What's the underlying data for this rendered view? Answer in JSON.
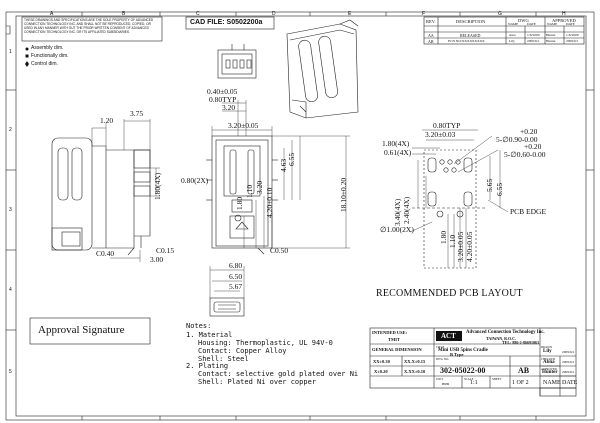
{
  "grid": {
    "cols": [
      "A",
      "B",
      "C",
      "D",
      "E",
      "F",
      "G",
      "H"
    ],
    "rows": [
      "1",
      "2",
      "3",
      "4",
      "5"
    ]
  },
  "notice": "THESE DRAWINGS AND SPECIFICATIONS ARE THE SOLE PROPERTY OF ADVANCED CONNECTION TECHNOLOGY INC. AND SHALL NOT BE REPRODUCED, COPIED, OR USED IN ANY MANNER WITH OUT THE PRIOR WRITTEN CONSENT OF ADVANCED CONNECTION TECHNOLOGY INC. OR ITS AFFILIATED SUBSIDIARIES.",
  "legend": [
    "Assembly dim.",
    "Functionally dim.",
    "Control dim."
  ],
  "cad_file": "CAD FILE: S0502200a",
  "revision": {
    "headers": [
      "REV.",
      "DESCRIPTION",
      "DWG",
      "APPROVED"
    ],
    "subheaders": [
      "NAME",
      "DATE",
      "NAME",
      "DATE"
    ],
    "rows": [
      [
        "AA",
        "RELEASED",
        "Alex",
        "1/6/2009",
        "Hunter",
        "1/6/2009"
      ],
      [
        "AB",
        "ECN NO:XXXXXXXXX",
        "Lily",
        "2009/6/1",
        "Hunter",
        "2009/6/1"
      ]
    ]
  },
  "dims": {
    "d040": "0.40±0.05",
    "d080typ": "0.80TYP",
    "d320top": "3.20",
    "d375": "3.75",
    "d120": "1.20",
    "d320side": "3.20±0.05",
    "d180_4x": "1.80(4X)",
    "d080_2x": "0.80(2X)",
    "d463": "4.63",
    "d655": "6.55",
    "d180": "1.80",
    "d110": "1.10",
    "d320v": "3.20",
    "d420": "4.20±0.10",
    "d1810": "18.10±0.20",
    "c040": "C0.40",
    "c015": "C0.15",
    "d300": "3.00",
    "c050": "C0.50",
    "d680": "6.80",
    "d650": "6.50",
    "d567": "5.67"
  },
  "pcb": {
    "d080typ": "0.80TYP",
    "d320_003": "3.20±0.03",
    "d180_4x": "1.80(4X)",
    "d061_4x": "0.61(4X)",
    "tol1_plus": "+0.20",
    "tol1_main": "5-∅0.90-0.00",
    "tol2_plus": "+0.20",
    "tol2_main": "5-∅0.60-0.00",
    "d565": "5.65",
    "d655": "6.55",
    "edge": "PCB EDGE",
    "d340_4x": "3.40(4X)",
    "d240_4x": "2.40(4X)",
    "d100_2x": "∅1.00(2X)",
    "d180": "1.80",
    "d110": "1.10",
    "d320": "3.20±0.05",
    "d420": "4.20±0.05",
    "title": "RECOMMENDED PCB LAYOUT"
  },
  "approval": "Approval Signature",
  "notes": {
    "title": "Notes:",
    "lines": [
      "1. Material",
      "Housing: Thermoplastic, UL 94V-0",
      "Contact: Copper Alloy",
      "Shell: Steel",
      "2. Plating",
      "Contact: selective gold plated over Ni",
      "Shell: Plated Ni over copper"
    ]
  },
  "title_block": {
    "intended_use_label": "INTENDED USE:",
    "intended_use": "TMIT",
    "general_dim": "GENERAL DIMENSION",
    "tol_rows": [
      [
        "XX±0.30",
        "XX.X±0.15"
      ],
      [
        "X±0.20",
        "X.XX±0.10"
      ]
    ],
    "company": "Advanced Connection Technology Inc.",
    "location": "TAIWAN, R.O.C.",
    "tel": "TEL: 886-2-86691063",
    "logo": "ACT",
    "title_label": "TITLE",
    "title1": "Mini USB 5pins Cradle",
    "title2": "B Type",
    "drawn_label": "DRAWN",
    "drawn": "Lily",
    "drawn_date": "2009/6/1",
    "checked_label": "CHECKED",
    "checked": "Abna",
    "checked_date": "2009/6/1",
    "approved_label": "APPROVED",
    "approved": "Hunter",
    "approved_date": "2009/6/1",
    "dwg_no_label": "DWG NO.",
    "dwg_no": "302-05022-00",
    "rev": "AB",
    "unit_label": "UNIT",
    "unit": "mm",
    "scale_label": "SCALE",
    "scale": "1:1",
    "sheet_label": "SHEET",
    "sheet": "1 OF 2",
    "name": "NAME",
    "date": "DATE"
  }
}
